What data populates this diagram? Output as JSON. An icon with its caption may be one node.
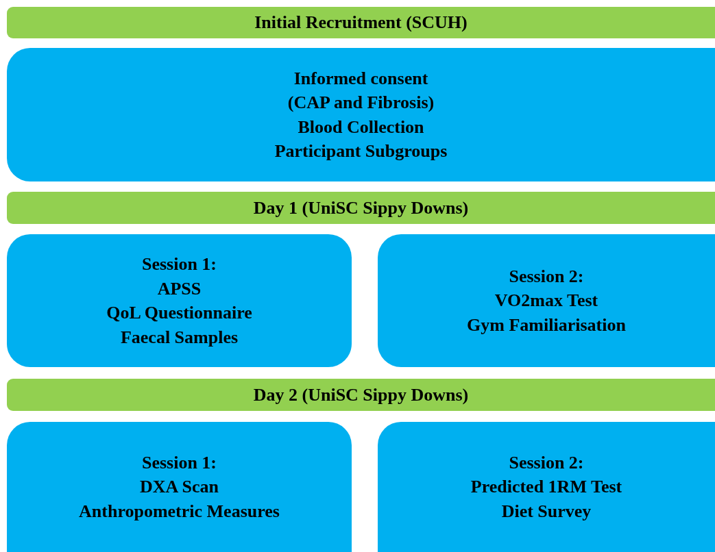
{
  "diagram": {
    "nodes": [
      {
        "text": [
          "Initial Recruitment (SCUH)"
        ]
      },
      {
        "text": [
          "Informed consent",
          "(CAP and Fibrosis)",
          "Blood Collection",
          "Participant Subgroups"
        ]
      },
      {
        "text": [
          "Day 1 (UniSC Sippy Downs)"
        ]
      },
      {
        "text": [
          "Session 1:",
          "APSS",
          "QoL Questionnaire",
          "Faecal Samples"
        ]
      },
      {
        "text": [
          "Session 2:",
          "VO2max Test",
          "Gym Familiarisation"
        ]
      },
      {
        "text": [
          "Day 2 (UniSC Sippy Downs)"
        ]
      },
      {
        "text": [
          "Session 1:",
          "DXA Scan",
          "Anthropometric Measures"
        ]
      },
      {
        "text": [
          "Session 2:",
          "Predicted 1RM Test",
          "Diet Survey"
        ]
      }
    ]
  }
}
